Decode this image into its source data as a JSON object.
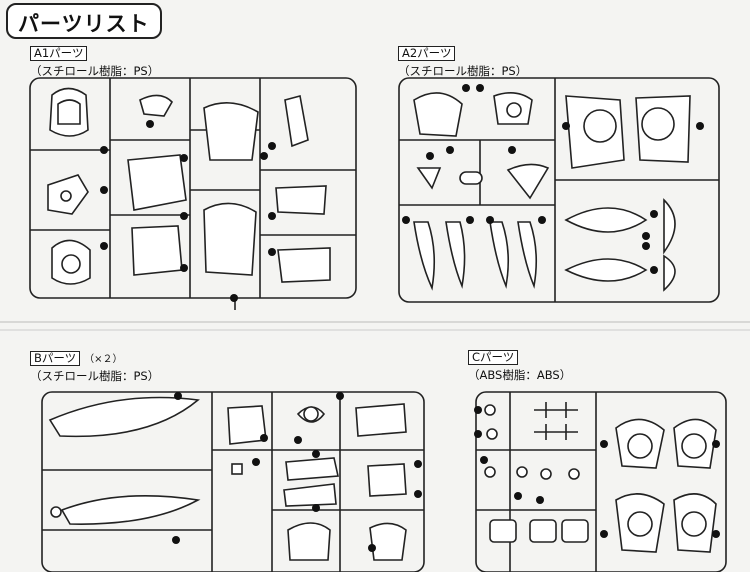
{
  "page_title": "パーツリスト",
  "sections": {
    "a1": {
      "name": "A1パーツ",
      "material": "（スチロール樹脂：PS）"
    },
    "a2": {
      "name": "A2パーツ",
      "material": "（スチロール樹脂：PS）"
    },
    "b": {
      "name": "Bパーツ",
      "multiplier": "（×２）",
      "material": "（スチロール樹脂：PS）"
    },
    "c": {
      "name": "Cパーツ",
      "material": "（ABS樹脂：ABS）"
    }
  },
  "colors": {
    "line": "#222222",
    "paper": "#f4f4f2",
    "part_fill": "#ffffff",
    "marker": "#111111"
  }
}
